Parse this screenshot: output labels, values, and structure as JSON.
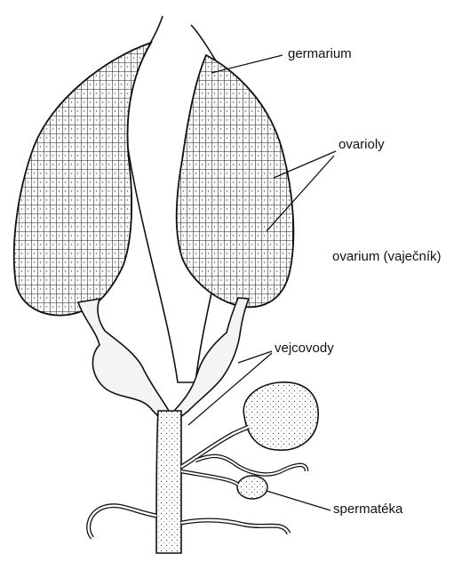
{
  "labels": {
    "germarium": "germarium",
    "ovarioly": "ovarioly",
    "ovarium": "ovarium (vaječník)",
    "vejcovody": "vejcovody",
    "spermateka": "spermatéka"
  },
  "colors": {
    "ink": "#111111",
    "fill": "#f6f6f6",
    "background": "#ffffff"
  }
}
